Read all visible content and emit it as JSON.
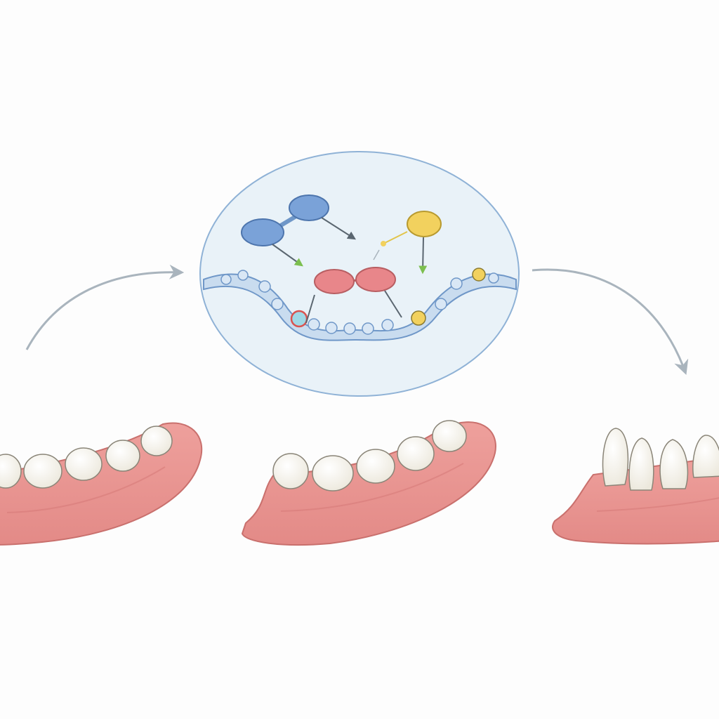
{
  "colors": {
    "background": "#fdfdfd",
    "gum": "#e8928f",
    "gum_dark": "#c9706d",
    "tooth": "#fbfaf4",
    "tooth_outline": "#8a8578",
    "inset_fill": "#e9f2f8",
    "inset_stroke": "#8fb2d6",
    "strand": "#c9dcef",
    "strand_stroke": "#6f97c8",
    "molecule_blue": "#7aa2d8",
    "molecule_red": "#e8868a",
    "molecule_yellow": "#f2d15e",
    "arrow_gray": "#a9b4bd",
    "arrow_green": "#7cbf4f"
  },
  "diagram": {
    "stages": [
      {
        "name": "stage-1",
        "tooth_shape": "rounded"
      },
      {
        "name": "stage-2",
        "tooth_shape": "rounded"
      },
      {
        "name": "stage-3",
        "tooth_shape": "pointed"
      }
    ],
    "flow": [
      "stage-1",
      "molecular-inset",
      "stage-3"
    ],
    "inset": {
      "molecules": [
        "blue-dimer",
        "red-dimer",
        "yellow-molecule"
      ],
      "markers": [
        "red-ring-marker",
        "yellow-marker",
        "yellow-marker"
      ]
    }
  }
}
